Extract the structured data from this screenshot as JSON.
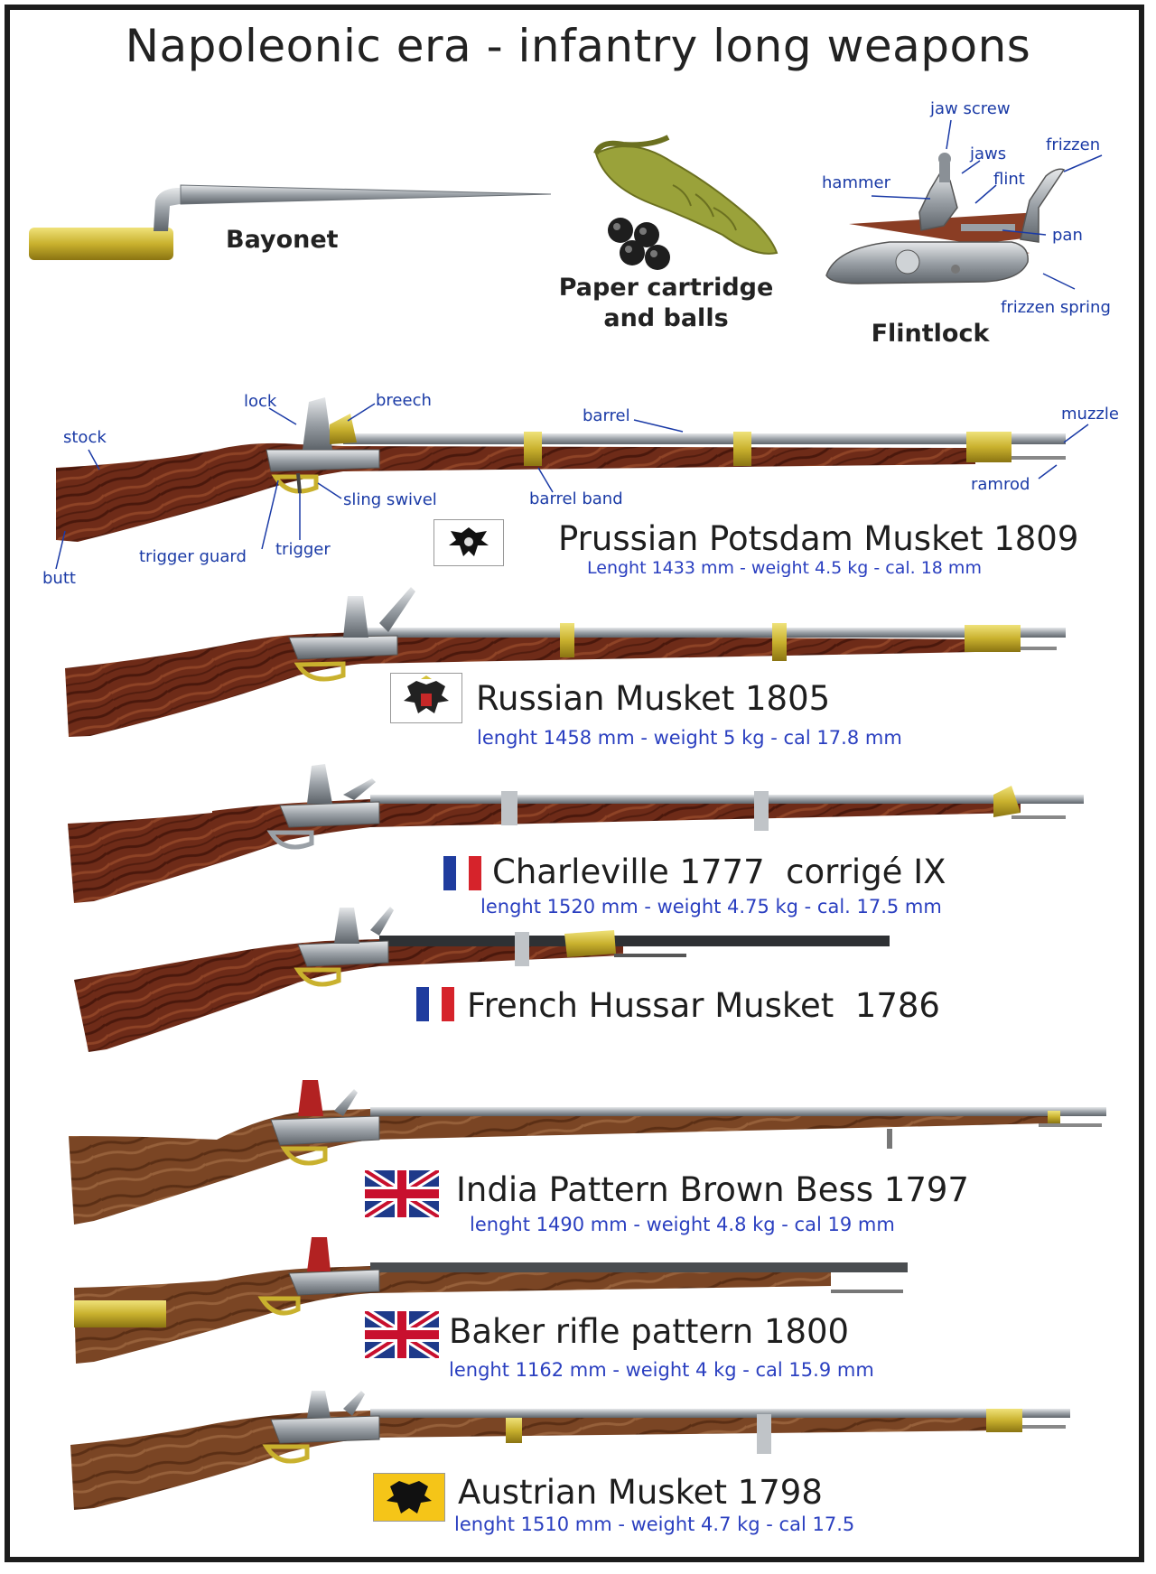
{
  "title": "Napoleonic era - infantry long weapons",
  "accessories": {
    "bayonet": "Bayonet",
    "cartridge_line1": "Paper cartridge",
    "cartridge_line2": "and balls",
    "flintlock": "Flintlock"
  },
  "flintlock_parts": {
    "jaw_screw": "jaw screw",
    "jaws": "jaws",
    "frizzen": "frizzen",
    "hammer": "hammer",
    "flint": "flint",
    "pan": "pan",
    "frizzen_spring": "frizzen spring"
  },
  "musket_parts": {
    "lock": "lock",
    "breech": "breech",
    "stock": "stock",
    "barrel": "barrel",
    "muzzle": "muzzle",
    "sling_swivel": "sling swivel",
    "barrel_band": "barrel band",
    "ramrod": "ramrod",
    "trigger_guard": "trigger guard",
    "trigger": "trigger",
    "butt": "butt"
  },
  "weapons": [
    {
      "name": "Prussian Potsdam Musket 1809",
      "spec": "Lenght 1433 mm - weight 4.5 kg - cal. 18 mm",
      "flag": "prussian-eagle"
    },
    {
      "name": "Russian Musket 1805",
      "spec": "lenght 1458 mm - weight 5 kg - cal 17.8 mm",
      "flag": "russian-double-eagle"
    },
    {
      "name": "Charleville 1777  corrigé IX",
      "spec": "lenght 1520 mm - weight 4.75 kg - cal. 17.5 mm",
      "flag": "french-tricolour"
    },
    {
      "name": "French Hussar Musket  1786",
      "spec": "",
      "flag": "french-tricolour"
    },
    {
      "name": "India Pattern Brown Bess 1797",
      "spec": "lenght 1490 mm - weight 4.8 kg - cal 19 mm",
      "flag": "union-jack"
    },
    {
      "name": "Baker rifle pattern 1800",
      "spec": "lenght 1162 mm - weight 4 kg - cal 15.9 mm",
      "flag": "union-jack"
    },
    {
      "name": "Austrian Musket 1798",
      "spec": "lenght 1510 mm - weight 4.7 kg - cal 17.5",
      "flag": "austrian-eagle"
    }
  ],
  "colors": {
    "wood": "#6b2a1a",
    "wood_light": "#8a4a2a",
    "brass": "#d4c23a",
    "steel": "#9aa0a6",
    "label_blue": "#1a3aa6"
  }
}
